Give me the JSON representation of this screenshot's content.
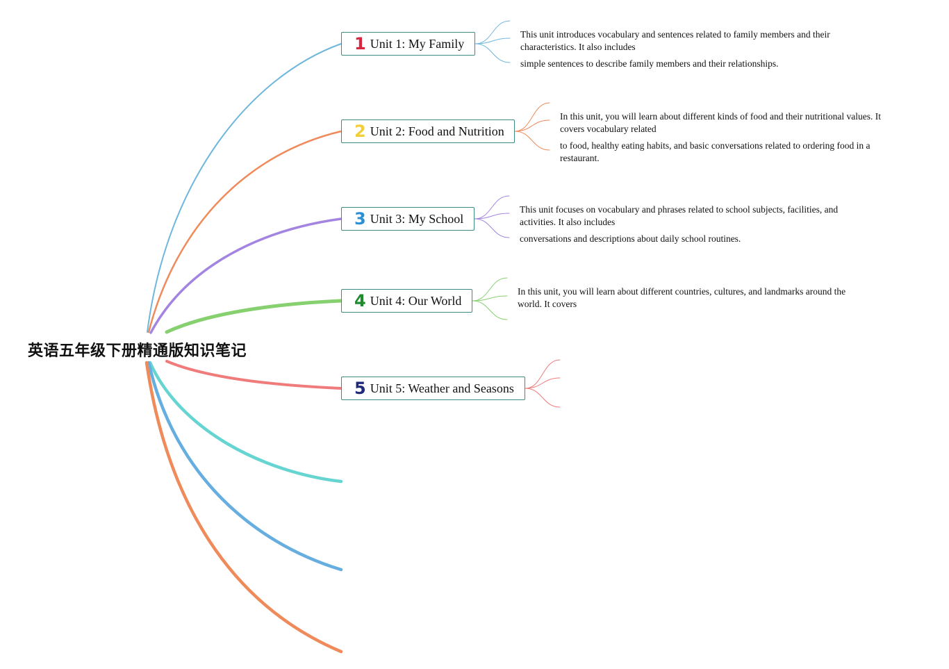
{
  "root": {
    "title": "英语五年级下册精通版知识笔记"
  },
  "topics": [
    {
      "number": "1",
      "label": "Unit 1: My Family",
      "number_color": "#d7263d",
      "line_color": "#6fb6dc",
      "notes": [
        "This unit introduces vocabulary and sentences related to family members and their characteristics. It also includes",
        "simple sentences to describe family members and their relationships."
      ]
    },
    {
      "number": "2",
      "label": "Unit 2: Food and Nutrition",
      "number_color": "#f2cf3a",
      "line_color": "#ef8a5a",
      "notes": [
        "In this unit, you will learn about different kinds of food and their nutritional values. It covers vocabulary related",
        "to food, healthy eating habits, and basic conversations related to ordering food in a restaurant."
      ]
    },
    {
      "number": "3",
      "label": "Unit 3: My School",
      "number_color": "#2a8fd4",
      "line_color": "#a384e0",
      "notes": [
        "This unit focuses on vocabulary and phrases related to school subjects, facilities, and activities. It also includes",
        "conversations and descriptions about daily school routines."
      ]
    },
    {
      "number": "4",
      "label": "Unit 4: Our World",
      "number_color": "#1e8c2e",
      "line_color": "#86d06f",
      "notes": [
        "In this unit, you will learn about different countries, cultures, and landmarks around the world. It covers"
      ]
    },
    {
      "number": "5",
      "label": "Unit 5: Weather and Seasons",
      "number_color": "#1f2a7a",
      "line_color": "#ef7b7b",
      "notes": []
    }
  ],
  "empty_branch_colors": [
    "#66d4d0",
    "#66ade0",
    "#ef8a5a"
  ]
}
